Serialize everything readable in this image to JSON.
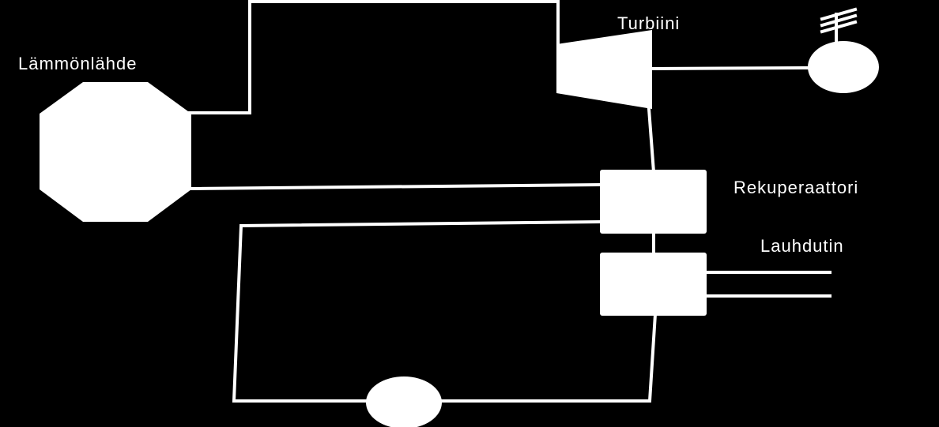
{
  "labels": {
    "heat_source": "Lämmönlähde",
    "turbine": "Turbiini",
    "recuperator": "Rekuperaattori",
    "condenser": "Lauhdutin"
  },
  "colors": {
    "background": "#000000",
    "foreground": "#ffffff"
  }
}
